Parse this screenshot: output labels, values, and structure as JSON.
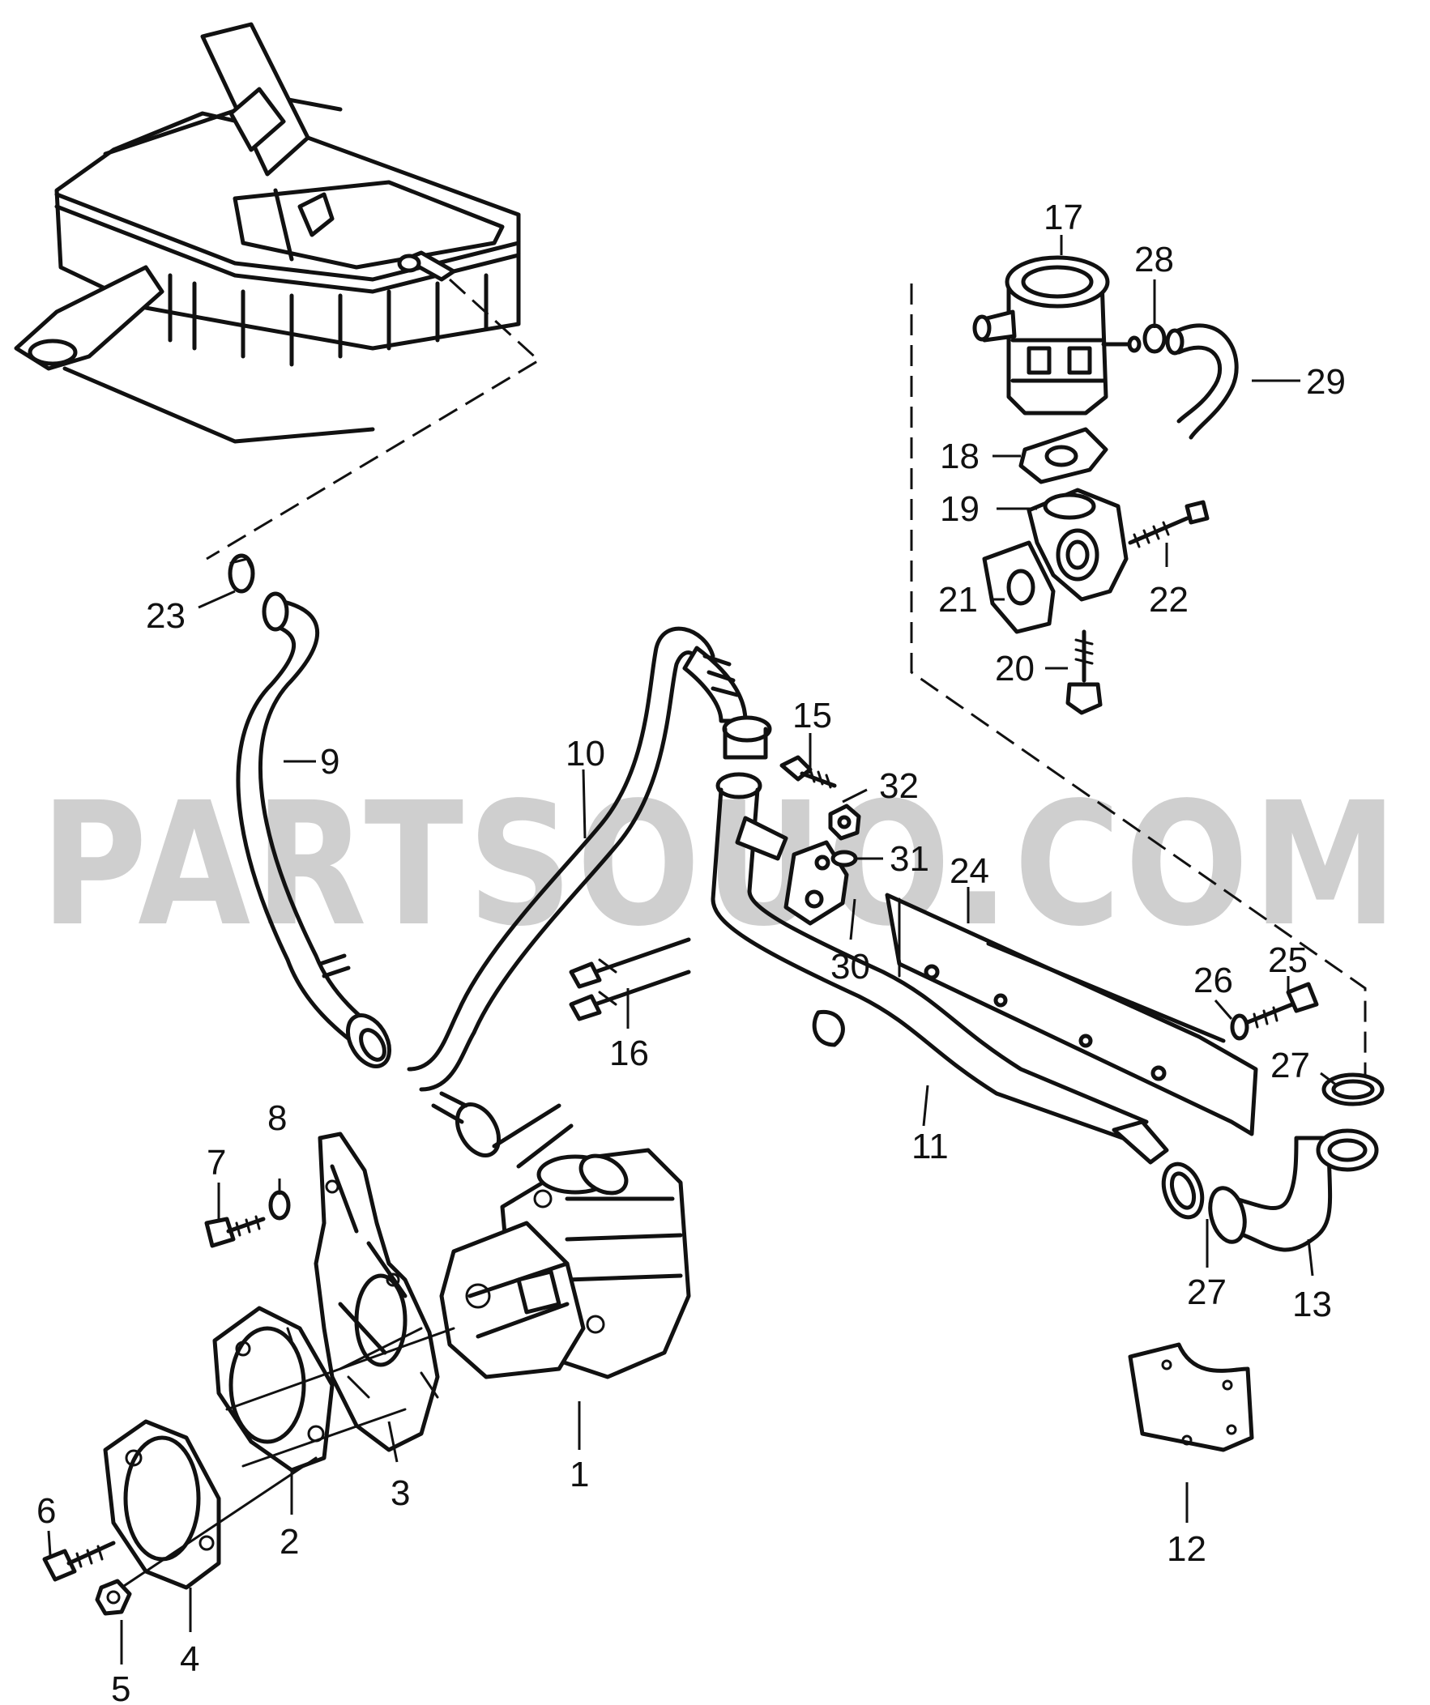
{
  "watermark": "PARTSOUQ.COM",
  "callouts": [
    "1",
    "2",
    "3",
    "4",
    "5",
    "6",
    "7",
    "8",
    "9",
    "10",
    "11",
    "12",
    "13",
    "15",
    "16",
    "17",
    "18",
    "19",
    "20",
    "21",
    "22",
    "23",
    "24",
    "25",
    "26",
    "27",
    "27",
    "28",
    "29",
    "30",
    "31",
    "32"
  ]
}
